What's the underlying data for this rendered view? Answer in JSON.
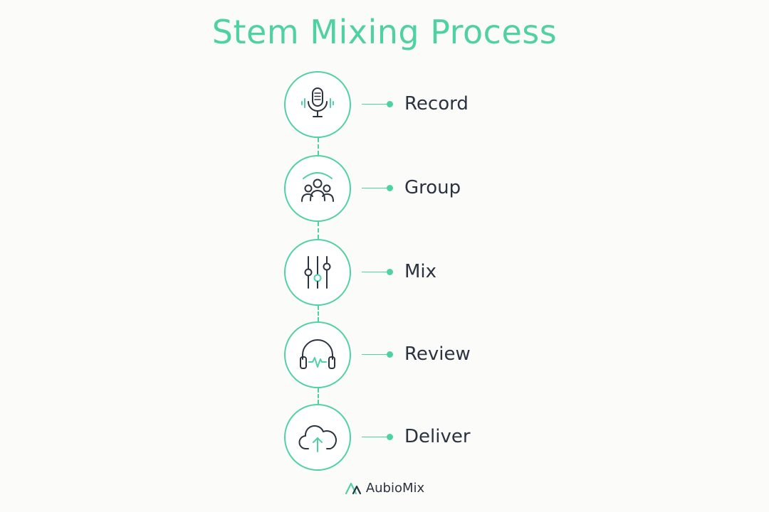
{
  "title": "Stem Mixing Process",
  "steps": [
    {
      "label": "Record",
      "icon": "microphone-icon"
    },
    {
      "label": "Group",
      "icon": "people-group-icon"
    },
    {
      "label": "Mix",
      "icon": "mixer-sliders-icon"
    },
    {
      "label": "Review",
      "icon": "headphones-icon"
    },
    {
      "label": "Deliver",
      "icon": "cloud-upload-icon"
    }
  ],
  "brand": {
    "name": "AubioMix",
    "icon": "brand-logo-icon"
  },
  "colors": {
    "accent": "#4fd1a5",
    "text": "#2a3340",
    "background": "#fbfbf9"
  }
}
